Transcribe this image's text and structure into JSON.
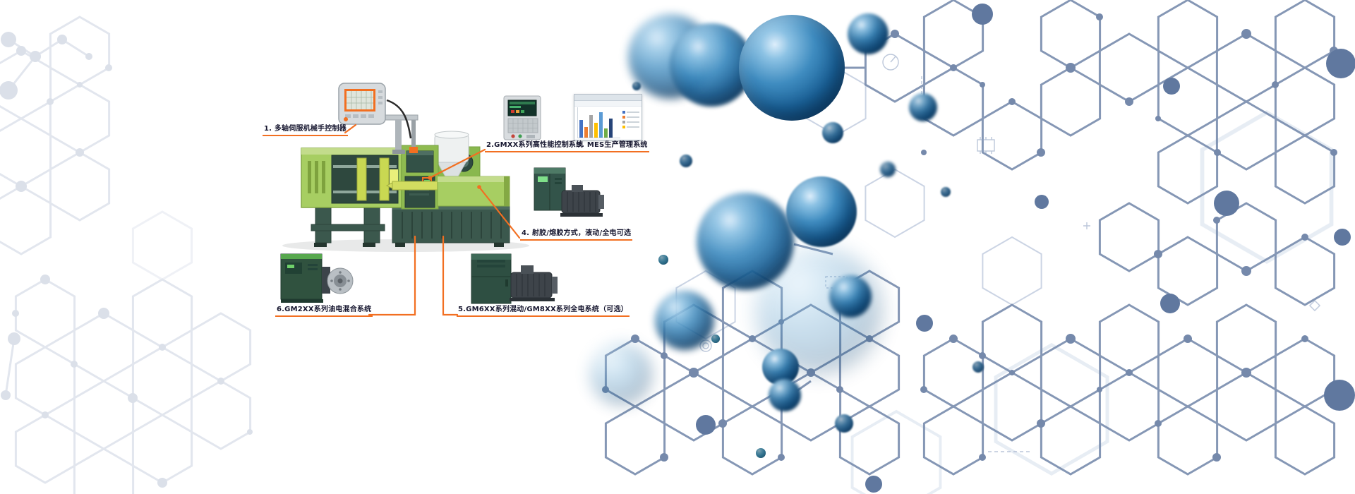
{
  "callouts": [
    {
      "label": "1. 多轴伺服机械手控制器"
    },
    {
      "label": "2.GMXX系列高性能控制系统"
    },
    {
      "label": "3. MES生产管理系统"
    },
    {
      "label": "4. 射胶/熔胶方式，液动/全电可选"
    },
    {
      "label": "5.GM6XX系列混动/GM8XX系列全电系统（可选）"
    },
    {
      "label": "6.GM2XX系列油电混合系统"
    }
  ],
  "colors": {
    "accent_orange": "#f26f21",
    "machine_green_light": "#a7ce62",
    "machine_green_dark": "#3b584d",
    "sphere_blue": "#1b6298",
    "network_blue": "#7589ab",
    "network_gray": "#e2e6ee"
  },
  "mes_chart": {
    "type": "bar",
    "values": [
      65,
      40,
      85,
      55,
      95,
      35,
      70
    ],
    "colors": [
      "#4472c4",
      "#ed7d31",
      "#a5a5a5",
      "#ffc000",
      "#5b9bd5",
      "#70ad47",
      "#264478"
    ],
    "title": "",
    "legend_position": "right"
  }
}
